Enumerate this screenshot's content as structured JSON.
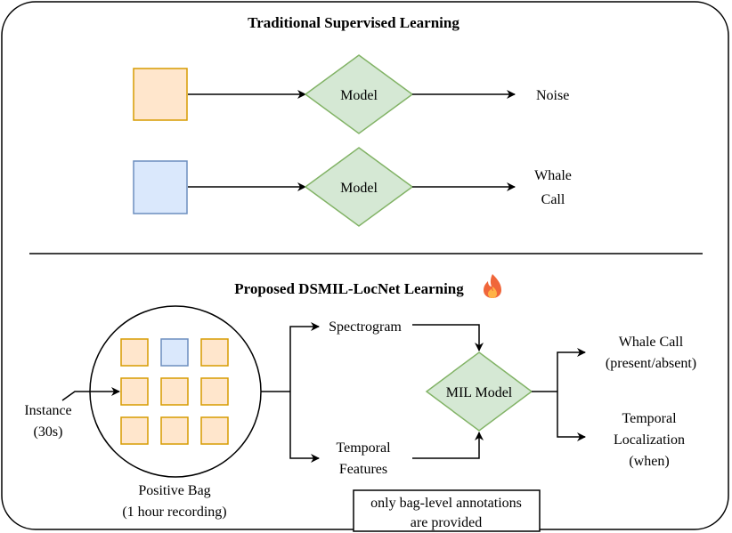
{
  "top_section": {
    "title": "Traditional Supervised Learning",
    "row1": {
      "model_label": "Model",
      "output": "Noise"
    },
    "row2": {
      "model_label": "Model",
      "output_line1": "Whale",
      "output_line2": "Call"
    }
  },
  "bottom_section": {
    "title": "Proposed DSMIL-LocNet Learning",
    "title_icon": "fire-icon",
    "instance_line1": "Instance",
    "instance_line2": "(30s)",
    "bag_line1": "Positive Bag",
    "bag_line2": "(1 hour recording)",
    "spectrogram": "Spectrogram",
    "temporal_features_line1": "Temporal",
    "temporal_features_line2": "Features",
    "model_label": "MIL Model",
    "output1_line1": "Whale Call",
    "output1_line2": "(present/absent)",
    "output2_line1": "Temporal",
    "output2_line2": "Localization",
    "output2_line3": "(when)",
    "note_line1": "only bag-level annotations",
    "note_line2": "are provided"
  },
  "colors": {
    "orange_fill": "#ffe6cc",
    "orange_stroke": "#d79b00",
    "blue_fill": "#dae8fc",
    "blue_stroke": "#6c8ebf",
    "green_fill": "#d5e8d4",
    "green_stroke": "#82b366"
  }
}
